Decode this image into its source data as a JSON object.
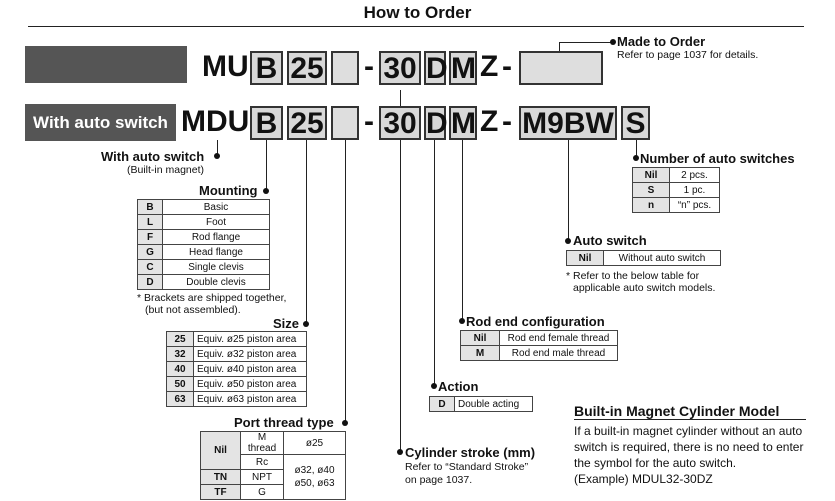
{
  "title": "How to Order",
  "row1": {
    "prefix": "MU",
    "mount": "B",
    "size": "25",
    "dash1": "-",
    "stroke": "30",
    "action": "D",
    "rod": "M",
    "z": "Z",
    "dash2": "-"
  },
  "row2": {
    "banner": "With auto switch",
    "prefix": "MDU",
    "mount": "B",
    "size": "25",
    "dash1": "-",
    "stroke": "30",
    "action": "D",
    "rod": "M",
    "z": "Z",
    "dash2": "-",
    "switch": "M9BW",
    "count": "S"
  },
  "made_to_order": {
    "label": "Made to Order",
    "note": "Refer to page 1037 for details."
  },
  "with_auto_switch": {
    "label": "With auto switch",
    "note": "(Built-in magnet)"
  },
  "mounting": {
    "label": "Mounting",
    "rows": [
      [
        "B",
        "Basic"
      ],
      [
        "L",
        "Foot"
      ],
      [
        "F",
        "Rod flange"
      ],
      [
        "G",
        "Head flange"
      ],
      [
        "C",
        "Single clevis"
      ],
      [
        "D",
        "Double clevis"
      ]
    ],
    "note1": "* Brackets are shipped together,",
    "note2": "(but not assembled)."
  },
  "size": {
    "label": "Size",
    "rows": [
      [
        "25",
        "Equiv. ø25 piston area"
      ],
      [
        "32",
        "Equiv. ø32 piston area"
      ],
      [
        "40",
        "Equiv. ø40 piston area"
      ],
      [
        "50",
        "Equiv. ø50 piston area"
      ],
      [
        "63",
        "Equiv. ø63 piston area"
      ]
    ]
  },
  "port": {
    "label": "Port thread type",
    "h_thread": "M thread",
    "h_d25": "ø25",
    "nil": "Nil",
    "rc": "Rc",
    "tn": "TN",
    "npt": "NPT",
    "tf": "TF",
    "g": "G",
    "d_other1": "ø32, ø40",
    "d_other2": "ø50, ø63"
  },
  "stroke": {
    "label": "Cylinder stroke (mm)",
    "note1": "Refer to “Standard Stroke”",
    "note2": "on page 1037."
  },
  "action": {
    "label": "Action",
    "rows": [
      [
        "D",
        "Double acting"
      ]
    ]
  },
  "rod_end": {
    "label": "Rod end configuration",
    "rows": [
      [
        "Nil",
        "Rod end female thread"
      ],
      [
        "M",
        "Rod end male thread"
      ]
    ]
  },
  "auto_switch": {
    "label": "Auto switch",
    "rows": [
      [
        "Nil",
        "Without auto switch"
      ]
    ],
    "note1": "* Refer to the below table for",
    "note2": "applicable auto switch models."
  },
  "num_switches": {
    "label": "Number of auto switches",
    "rows": [
      [
        "Nil",
        "2 pcs."
      ],
      [
        "S",
        "1 pc."
      ],
      [
        "n",
        "“n” pcs."
      ]
    ]
  },
  "builtin": {
    "title": "Built-in Magnet Cylinder Model",
    "l1": "If a built-in magnet cylinder without an auto",
    "l2": "switch is required, there is no need to enter",
    "l3": "the symbol for the auto switch.",
    "l4": "(Example) MDUL32-30DZ"
  }
}
